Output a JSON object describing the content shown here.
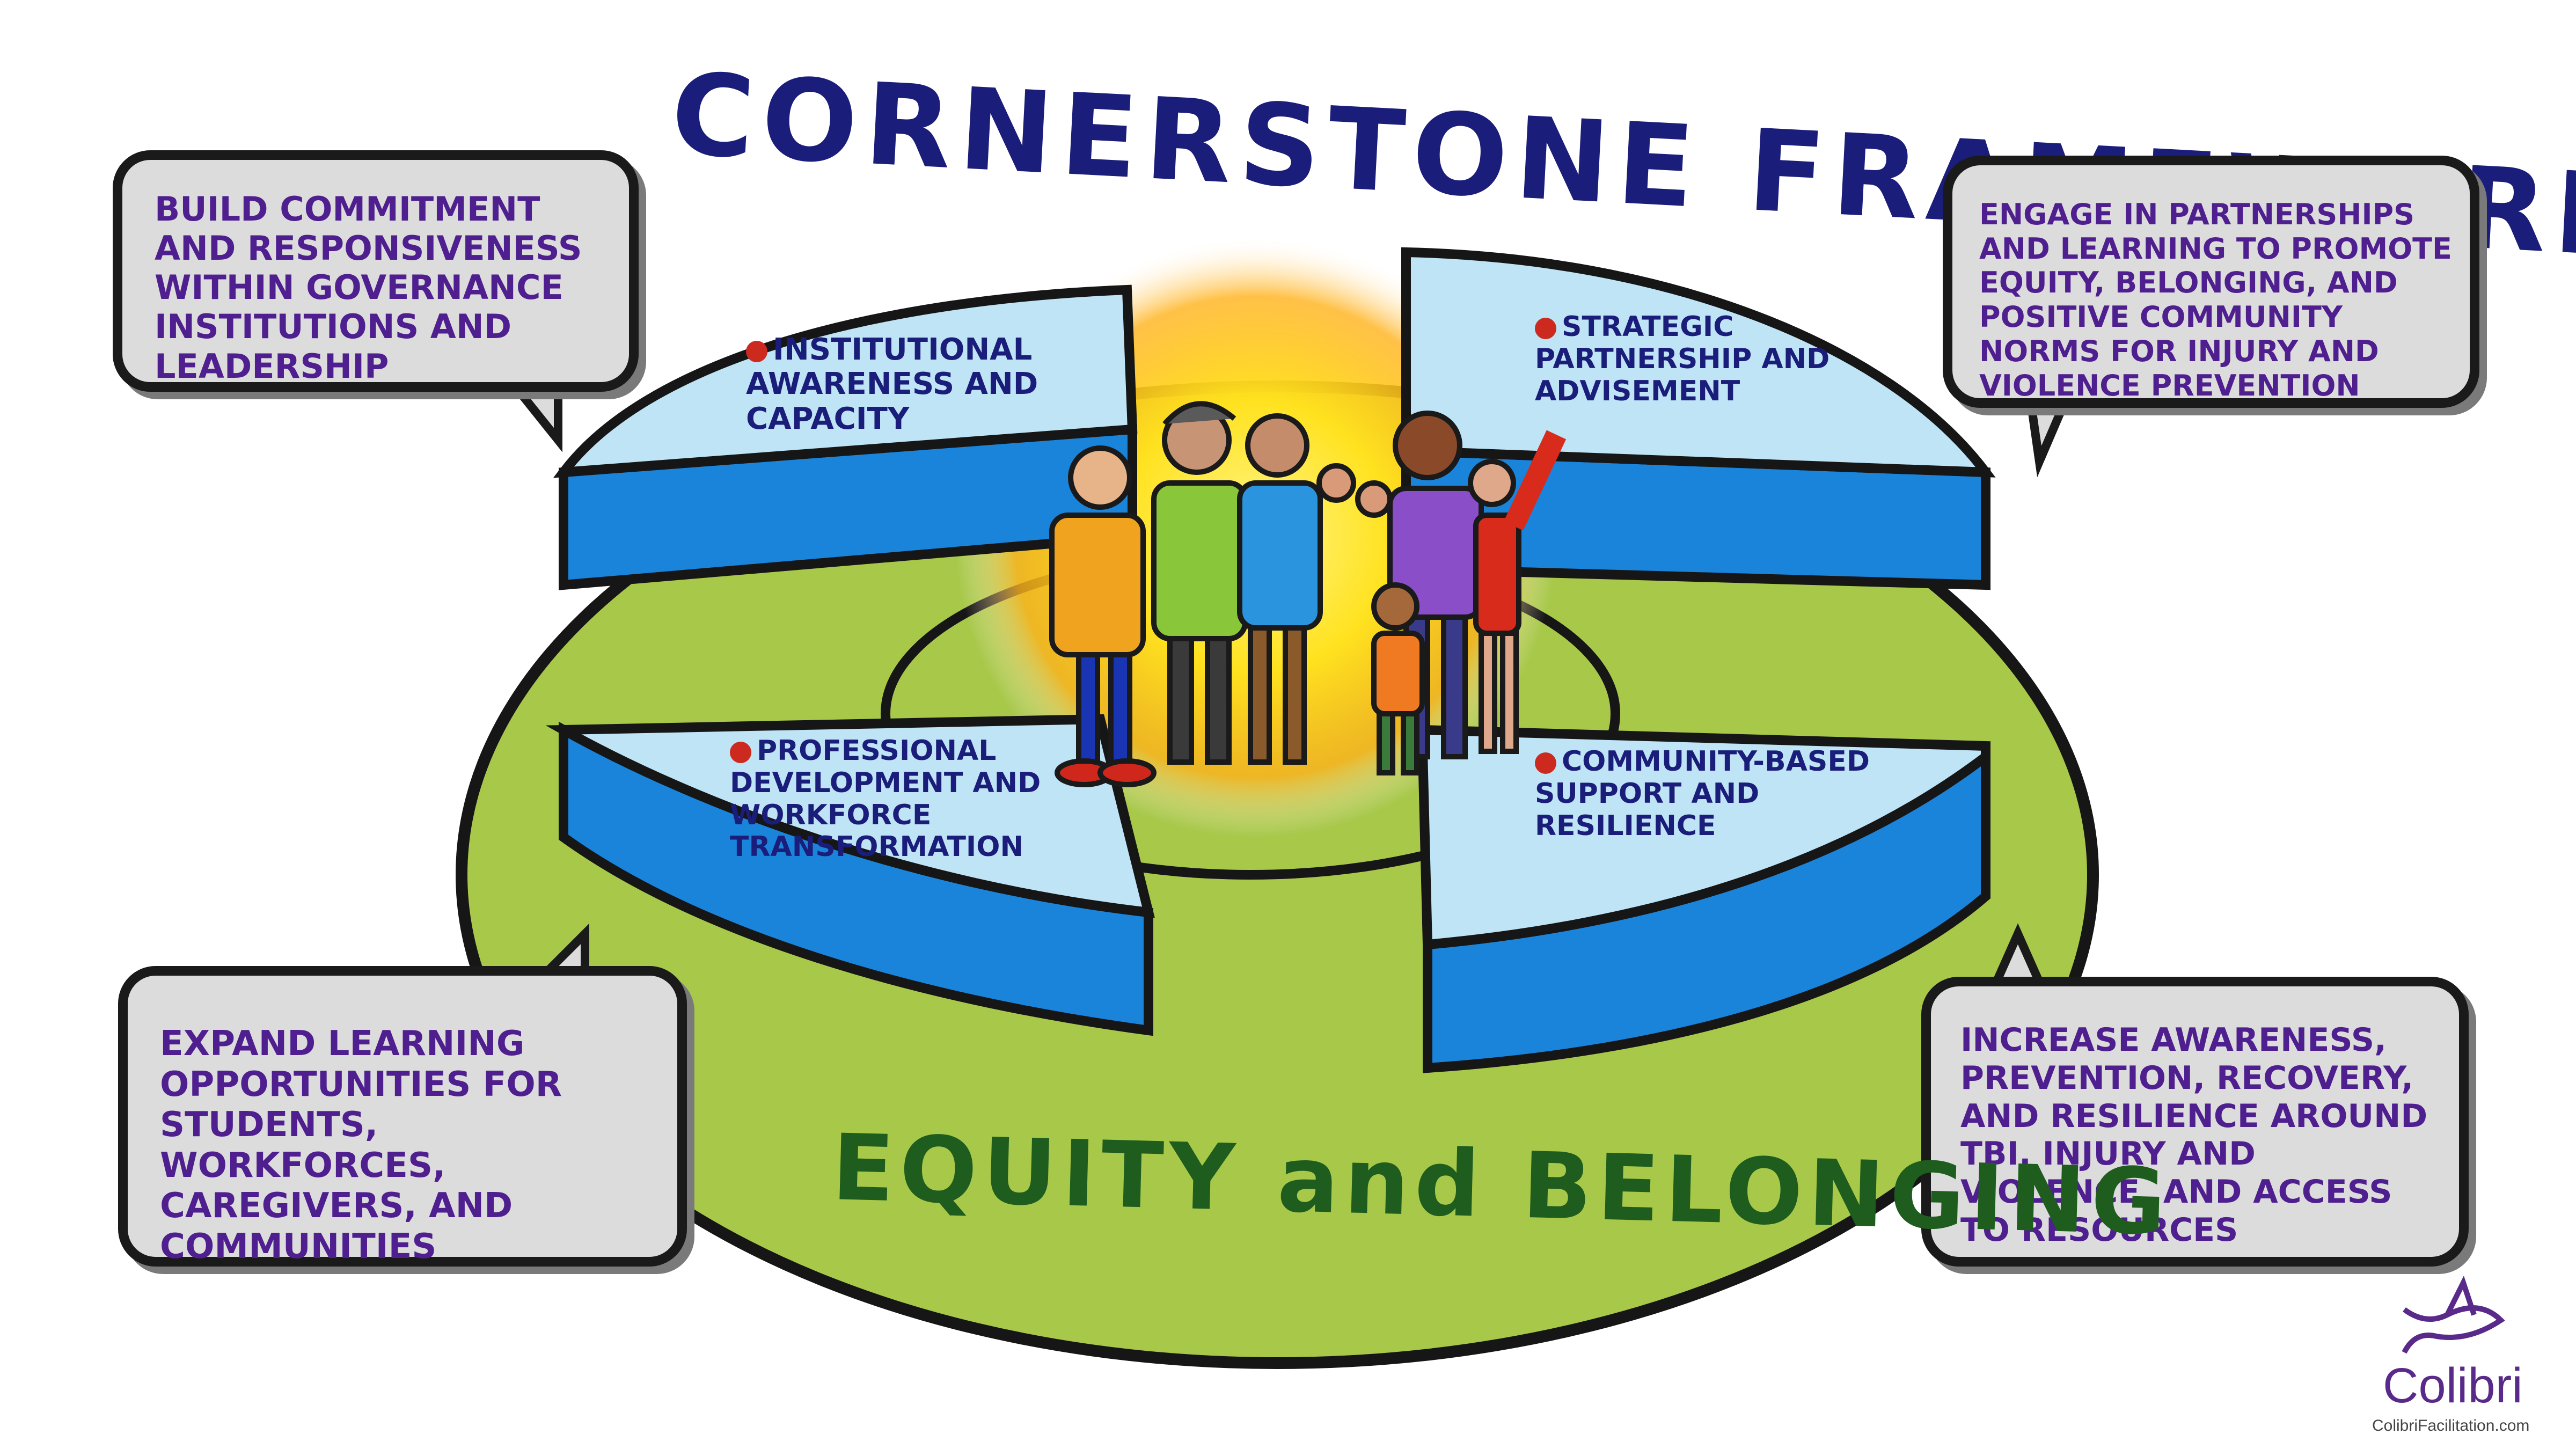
{
  "title": "CORNERSTONE FRAMEWORK",
  "base_label": "EQUITY and BELONGING",
  "segments": [
    {
      "id": "top-left",
      "label": "INSTITUTIONAL AWARENESS and CAPACITY"
    },
    {
      "id": "top-right",
      "label": "STRATEGIC PARTNERSHIP and ADVISEMENT"
    },
    {
      "id": "bottom-left",
      "label": "PROFESSIONAL DEVELOPMENT and WORKFORCE TRANSFORMATION"
    },
    {
      "id": "bottom-right",
      "label": "COMMUNITY-BASED SUPPORT and RESILIENCE"
    }
  ],
  "callouts": [
    {
      "id": "top-left",
      "text": "BUILD COMMITMENT and RESPONSIVENESS WITHIN GOVERNANCE INSTITUTIONS and LEADERSHIP"
    },
    {
      "id": "top-right",
      "text": "ENGAGE IN PARTNERSHIPS and LEARNING TO PROMOTE EQUITY, BELONGING, and POSITIVE COMMUNITY NORMS FOR INJURY and VIOLENCE PREVENTION"
    },
    {
      "id": "bottom-left",
      "text": "EXPAND LEARNING OPPORTUNITIES FOR STUDENTS, WORKFORCES, CAREGIVERS, and COMMUNITIES"
    },
    {
      "id": "bottom-right",
      "text": "INCREASE AWARENESS, PREVENTION, RECOVERY, and RESILIENCE AROUND TBI, INJURY and VIOLENCE, and ACCESS TO RESOURCES"
    }
  ],
  "logo": {
    "word": "Colibri",
    "url": "ColibriFacilitation.com"
  },
  "colors": {
    "title": "#1b1d7a",
    "base_green": "#a8c84a",
    "segment_top": "#bfe4f6",
    "segment_side": "#1a84db",
    "callout_fill": "#dcdcdc",
    "callout_text": "#4f1f8f",
    "base_text": "#1e5d1e",
    "glow": "#ffd21a",
    "bullet": "#cc2a1e"
  }
}
